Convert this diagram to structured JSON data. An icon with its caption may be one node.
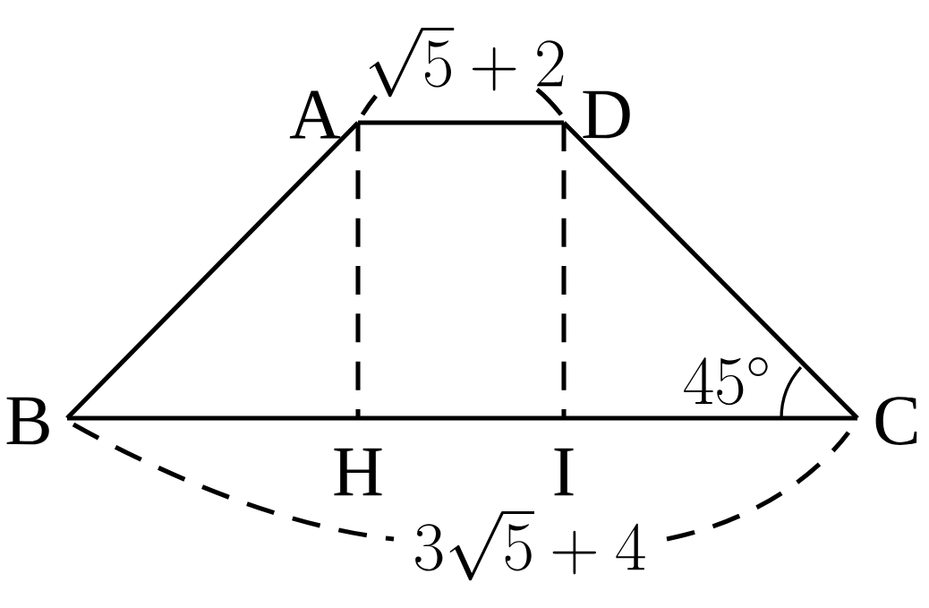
{
  "diagram": {
    "nodes": [
      {
        "text": [
          "A"
        ]
      },
      {
        "text": [
          "D"
        ]
      },
      {
        "text": [
          "B"
        ]
      },
      {
        "text": [
          "C"
        ]
      },
      {
        "text": [
          "H"
        ]
      },
      {
        "text": [
          "I"
        ]
      }
    ],
    "edges": [
      {
        "from": 0,
        "to": 1,
        "arrow": "none"
      },
      {
        "from": 0,
        "to": 2,
        "arrow": "none"
      },
      {
        "from": 1,
        "to": 3,
        "arrow": "none"
      },
      {
        "from": 2,
        "to": 3,
        "arrow": "none"
      },
      {
        "from": 0,
        "to": 4,
        "arrow": "none",
        "style": "dashed"
      },
      {
        "from": 1,
        "to": 5,
        "arrow": "none",
        "style": "dashed"
      }
    ],
    "labels": [
      "\\sqrt{5}+2",
      "45^\\circ",
      "3\\sqrt{5}+4"
    ]
  }
}
